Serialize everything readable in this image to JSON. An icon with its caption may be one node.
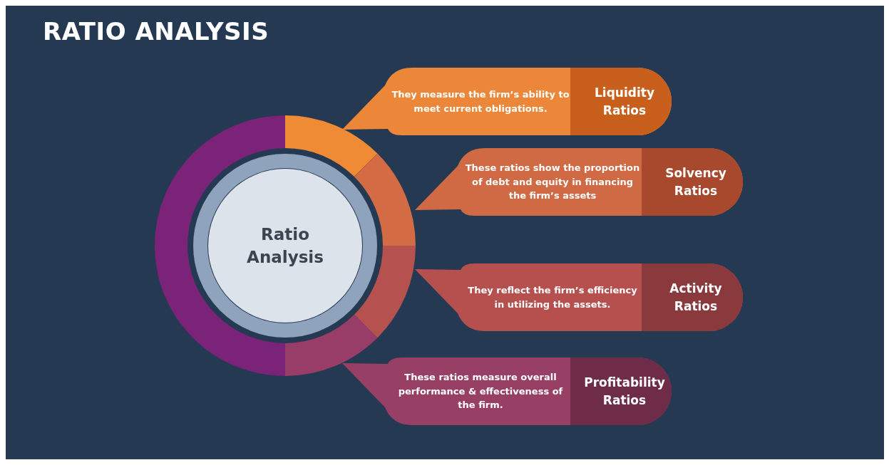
{
  "diagram": {
    "title": "RATIO ANALYSIS",
    "nodes": [
      {
        "text": [
          "Ratio Analysis"
        ]
      },
      {
        "text": [
          "They measure the firm’s ability to meet current obligations.",
          "Liquidity Ratios"
        ]
      },
      {
        "text": [
          "These ratios show the proportion of  debt and equity in financing the firm’s assets",
          "Solvency Ratios"
        ]
      },
      {
        "text": [
          "They reflect the firm’s efficiency in utilizing the assets.",
          "Activity Ratios"
        ]
      },
      {
        "text": [
          "These ratios measure overall performance & effectiveness of the firm.",
          "Profitability Ratios"
        ]
      }
    ],
    "edges": []
  }
}
